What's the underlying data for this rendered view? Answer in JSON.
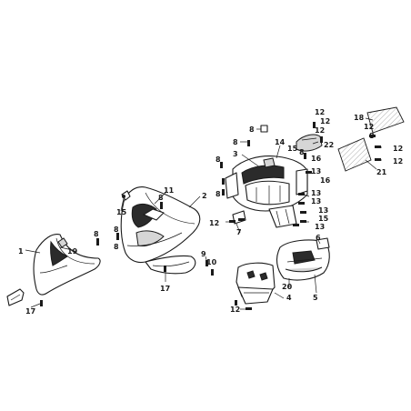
{
  "callouts": {
    "c1": "1",
    "c2": "2",
    "c3": "3",
    "c4": "4",
    "c5": "5",
    "c6": "6",
    "c7": "7",
    "c8": "8",
    "c9": "9",
    "c10": "10",
    "c11": "11",
    "c12": "12",
    "c13": "13",
    "c14": "14",
    "c15": "15",
    "c16": "16",
    "c17": "17",
    "c18": "18",
    "c19": "19",
    "c20": "20",
    "c21": "21",
    "c22": "22"
  },
  "colors": {
    "ink": "#1a1a1a",
    "background": "#ffffff",
    "shade": "#d6d6d6"
  }
}
